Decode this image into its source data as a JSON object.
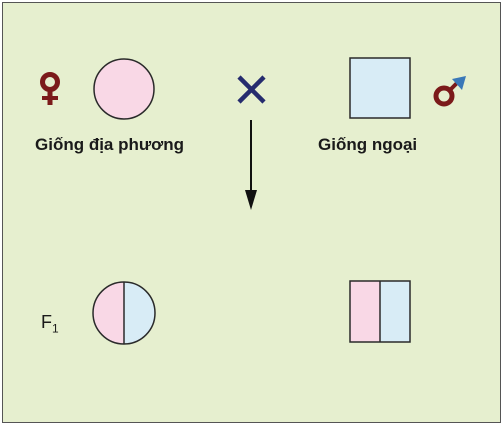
{
  "parents": {
    "female": {
      "label": "Giống địa phương",
      "symbol": "female-symbol-icon",
      "color": "#f9d8e6",
      "symbol_color": "#7b1a1a"
    },
    "male": {
      "label": "Giống ngoại",
      "symbol": "male-symbol-icon",
      "color": "#d8ecf6",
      "symbol_color": "#7b1a1a",
      "arrow_color": "#3a78b8"
    }
  },
  "cross": {
    "symbol": "cross-icon",
    "color": "#262c6e"
  },
  "offspring": {
    "generation_label": "F",
    "generation_subscript": "1"
  },
  "colors": {
    "background": "#e6efcf",
    "outline": "#2a2a2a"
  }
}
